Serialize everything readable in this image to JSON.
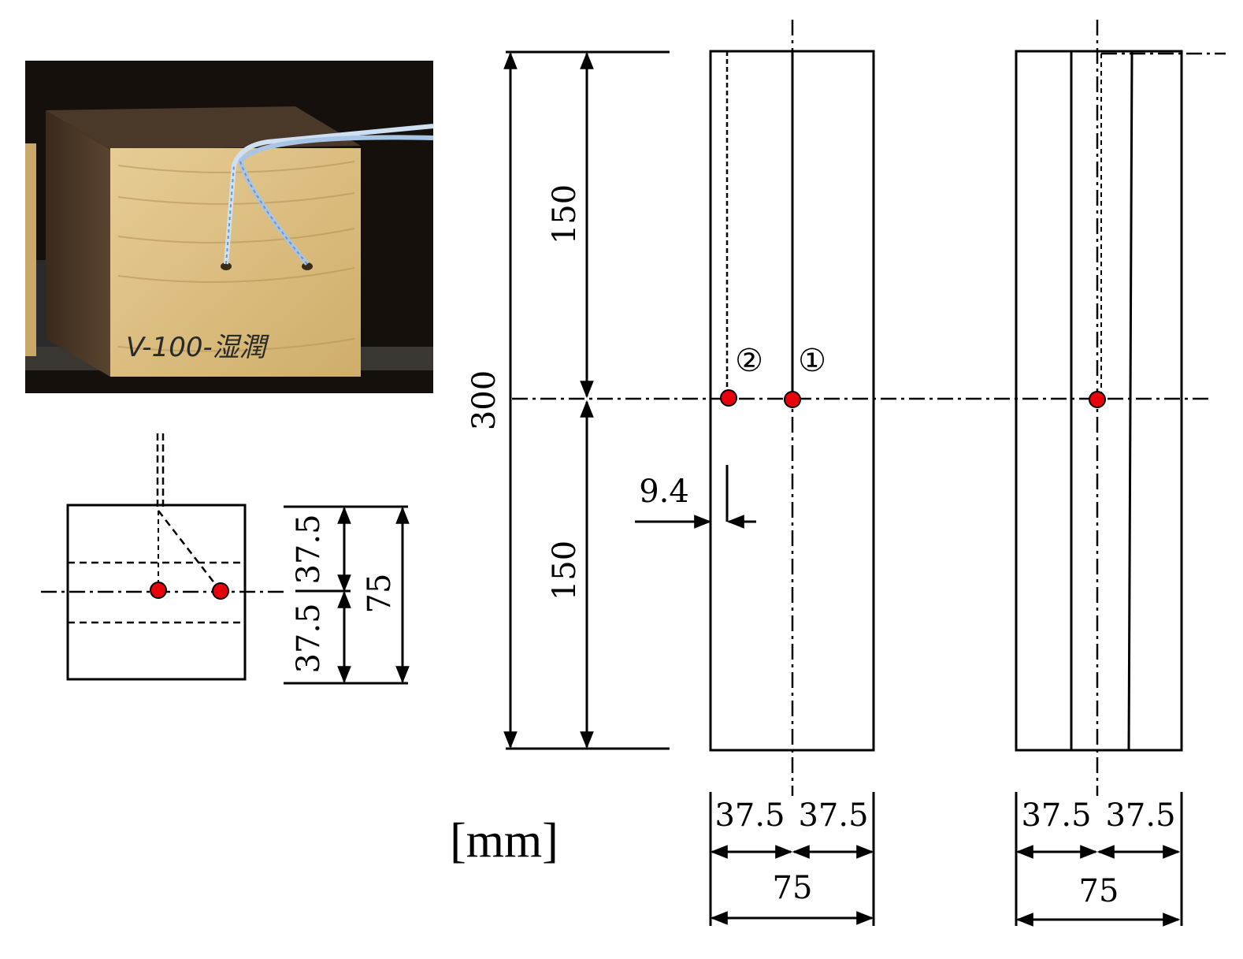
{
  "photo": {
    "specimen_label": "V-100-湿潤"
  },
  "units": "[mm]",
  "section": {
    "dims": {
      "upper": "37.5",
      "lower": "37.5",
      "total": "75"
    }
  },
  "elevation": {
    "total_height": "300",
    "upper_half": "150",
    "lower_half": "150",
    "offset": "9.4",
    "sensor_1": "①",
    "sensor_2": "②"
  },
  "front_view": {
    "left": "37.5",
    "right": "37.5",
    "total": "75"
  },
  "side_view": {
    "left": "37.5",
    "right": "37.5",
    "total": "75"
  },
  "colors": {
    "sensor": "#e8000b",
    "line": "#000000",
    "wood": "#d9b97a",
    "background_photo": "#1a1410"
  }
}
